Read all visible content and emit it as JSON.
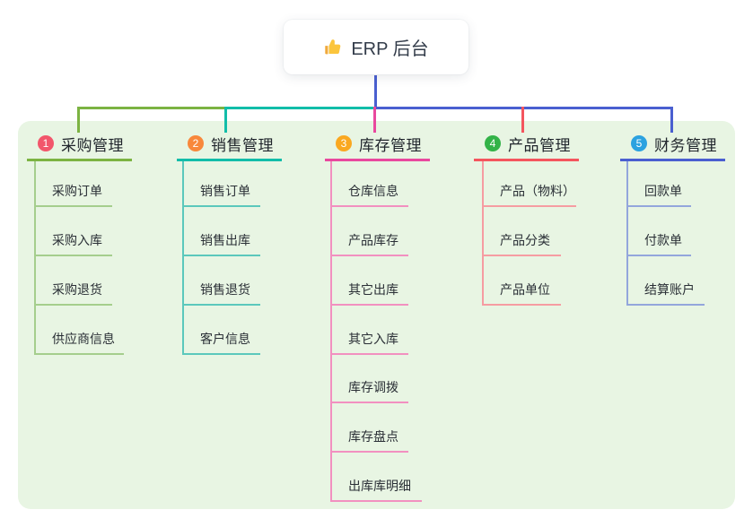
{
  "root": {
    "title": "ERP 后台",
    "icon": "thumbs-up-icon"
  },
  "canvas": {
    "panel_background": "#E8F5E3",
    "page_background": "#FFFFFF"
  },
  "branches": [
    {
      "badge": "1",
      "label": "采购管理",
      "colors": {
        "badge": "#F2566B",
        "line": "#7CB342",
        "child_line": "#A5CE8D"
      },
      "children": [
        "采购订单",
        "采购入库",
        "采购退货",
        "供应商信息"
      ]
    },
    {
      "badge": "2",
      "label": "销售管理",
      "colors": {
        "badge": "#F8883B",
        "line": "#12BDA9",
        "child_line": "#5BC8BC"
      },
      "children": [
        "销售订单",
        "销售出库",
        "销售退货",
        "客户信息"
      ]
    },
    {
      "badge": "3",
      "label": "库存管理",
      "colors": {
        "badge": "#FAA820",
        "line": "#E9489E",
        "child_line": "#F290C0"
      },
      "children": [
        "仓库信息",
        "产品库存",
        "其它出库",
        "其它入库",
        "库存调拨",
        "库存盘点",
        "出库库明细"
      ]
    },
    {
      "badge": "4",
      "label": "产品管理",
      "colors": {
        "badge": "#33B348",
        "line": "#F4555E",
        "child_line": "#F69CA2"
      },
      "children": [
        "产品（物料）",
        "产品分类",
        "产品单位"
      ]
    },
    {
      "badge": "5",
      "label": "财务管理",
      "colors": {
        "badge": "#2BA2E0",
        "line": "#4A5FD0",
        "child_line": "#93A6DC"
      },
      "children": [
        "回款单",
        "付款单",
        "结算账户"
      ]
    }
  ]
}
